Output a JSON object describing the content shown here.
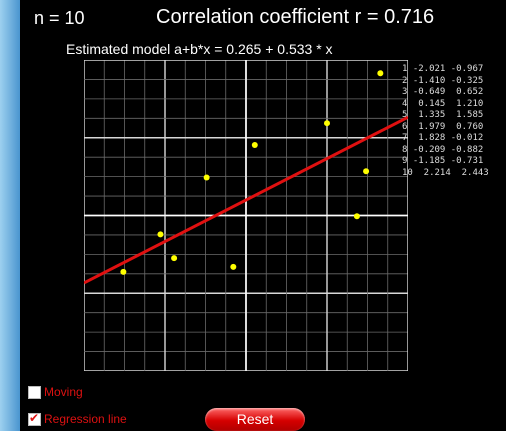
{
  "header": {
    "n_text": "n = 10",
    "r_text": "Correlation coefficient   r =  0.716",
    "model_text": "Estimated model   a+b*x =  0.265 +  0.533 * x"
  },
  "points_list": [
    {
      "text": "1 -2.021 -0.967"
    },
    {
      "text": "2 -1.410 -0.325"
    },
    {
      "text": "3 -0.649  0.652"
    },
    {
      "text": "4  0.145  1.210"
    },
    {
      "text": "5  1.335  1.585"
    },
    {
      "text": "6  1.979  0.760"
    },
    {
      "text": "7  1.828 -0.012"
    },
    {
      "text": "8 -0.209 -0.882"
    },
    {
      "text": "9 -1.185 -0.731"
    },
    {
      "text": "10  2.214  2.443"
    }
  ],
  "controls": {
    "moving_label": "Moving",
    "moving_checked": false,
    "regression_label": "Regression line",
    "regression_checked": true,
    "reset_label": "Reset"
  },
  "colors": {
    "point": "#ffff00",
    "regression": "#e01010",
    "label": "#dd1111"
  },
  "chart_data": {
    "type": "scatter",
    "xlim": [
      -2.67,
      2.67
    ],
    "ylim": [
      -2.67,
      2.67
    ],
    "grid": true,
    "regression": {
      "a": 0.265,
      "b": 0.533
    },
    "points": [
      {
        "x": -2.021,
        "y": -0.967
      },
      {
        "x": -1.41,
        "y": -0.325
      },
      {
        "x": -0.649,
        "y": 0.652
      },
      {
        "x": 0.145,
        "y": 1.21
      },
      {
        "x": 1.335,
        "y": 1.585
      },
      {
        "x": 1.979,
        "y": 0.76
      },
      {
        "x": 1.828,
        "y": -0.012
      },
      {
        "x": -0.209,
        "y": -0.882
      },
      {
        "x": -1.185,
        "y": -0.731
      },
      {
        "x": 2.214,
        "y": 2.443
      }
    ]
  }
}
